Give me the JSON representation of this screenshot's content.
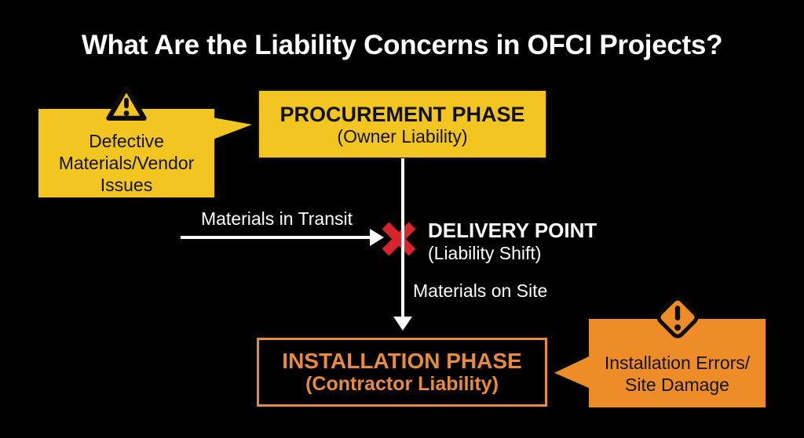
{
  "title": "What Are the Liability Concerns in OFCI Projects?",
  "colors": {
    "background": "#000000",
    "yellow": "#F2C521",
    "orange": "#EE8C28",
    "orange_accent": "#E88B3C",
    "red": "#D8242C",
    "white": "#FFFFFF"
  },
  "defective_callout": {
    "icon": "warning-triangle-icon",
    "lines": [
      "Defective",
      "Materials/Vendor",
      "Issues"
    ]
  },
  "procurement_box": {
    "title": "PROCUREMENT PHASE",
    "subtitle": "(Owner Liability)"
  },
  "transit_arrow": {
    "label": "Materials in Transit"
  },
  "delivery_point": {
    "marker": "red-x-icon",
    "title": "DELIVERY POINT",
    "subtitle": "(Liability Shift)"
  },
  "site_flow": {
    "label": "Materials on Site"
  },
  "installation_box": {
    "title": "INSTALLATION PHASE",
    "subtitle": "(Contractor Liability)"
  },
  "installation_callout": {
    "icon": "warning-diamond-icon",
    "lines": [
      "Installation Errors/",
      "Site Damage"
    ]
  }
}
